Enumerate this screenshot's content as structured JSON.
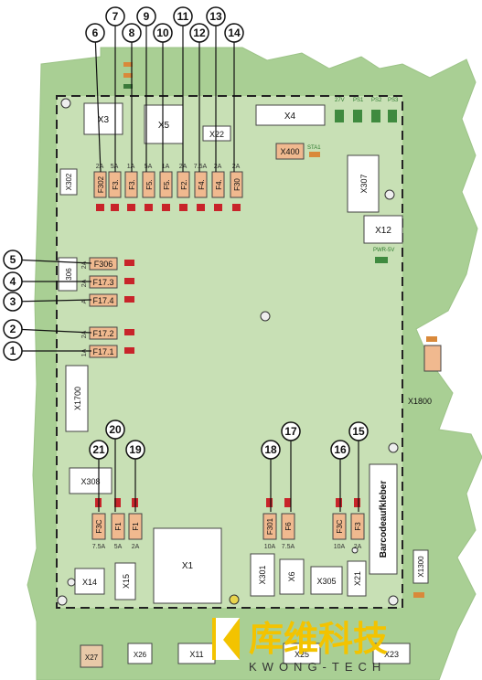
{
  "board": {
    "connectors": {
      "x3": "X3",
      "x5": "X5",
      "x22": "X22",
      "x4": "X4",
      "x400": "X400",
      "x302": "X302",
      "x307": "X307",
      "x12": "X12",
      "x306": "306",
      "x1700": "X1700",
      "x1800": "X1800",
      "x308": "X308",
      "x14": "X14",
      "x15": "X15",
      "x1": "X1",
      "x301": "X301",
      "x6": "X6",
      "x305": "X305",
      "x21": "X21",
      "x1300": "X1300",
      "x27": "X27",
      "x26": "X26",
      "x11": "X11",
      "x25": "X25",
      "x23": "X23",
      "barcode": "Barcodeaufkleber"
    },
    "leds_top_right": [
      "27V",
      "PS1",
      "PS2",
      "PS3"
    ],
    "sta1": "STA1",
    "pwr5v": "PWR-5V",
    "top_fuses": [
      {
        "label": "F302",
        "rating": "2A"
      },
      {
        "label": "F3.",
        "rating": "5A"
      },
      {
        "label": "F3.",
        "rating": "1A"
      },
      {
        "label": "F5.",
        "rating": "5A"
      },
      {
        "label": "F5.",
        "rating": "1A"
      },
      {
        "label": "F2.",
        "rating": "2A"
      },
      {
        "label": "F4.",
        "rating": "7.5A"
      },
      {
        "label": "F4.",
        "rating": "2A"
      },
      {
        "label": "F30",
        "rating": "2A"
      }
    ],
    "left_fuses": [
      {
        "label": "F306",
        "rating": "2A"
      },
      {
        "label": "F17.3",
        "rating": "2A"
      },
      {
        "label": "F17.4",
        "rating": "A"
      },
      {
        "label": "F17.2",
        "rating": "2A"
      },
      {
        "label": "F17.1",
        "rating": "1A"
      }
    ],
    "bottom_fuses": [
      {
        "label": "F3C",
        "rating": "7.5A"
      },
      {
        "label": "F1",
        "rating": "5A"
      },
      {
        "label": "F1",
        "rating": "2A"
      },
      {
        "label": "F301",
        "rating": "10A"
      },
      {
        "label": "F6",
        "rating": "7.5A"
      },
      {
        "label": "F3C",
        "rating": "10A"
      },
      {
        "label": "F3",
        "rating": "2A"
      }
    ]
  },
  "callouts": [
    "1",
    "2",
    "3",
    "4",
    "5",
    "6",
    "7",
    "8",
    "9",
    "10",
    "11",
    "12",
    "13",
    "14",
    "15",
    "16",
    "17",
    "18",
    "19",
    "20",
    "21"
  ],
  "watermark": {
    "cn": "库维科技",
    "en": "KWONG-TECH"
  }
}
